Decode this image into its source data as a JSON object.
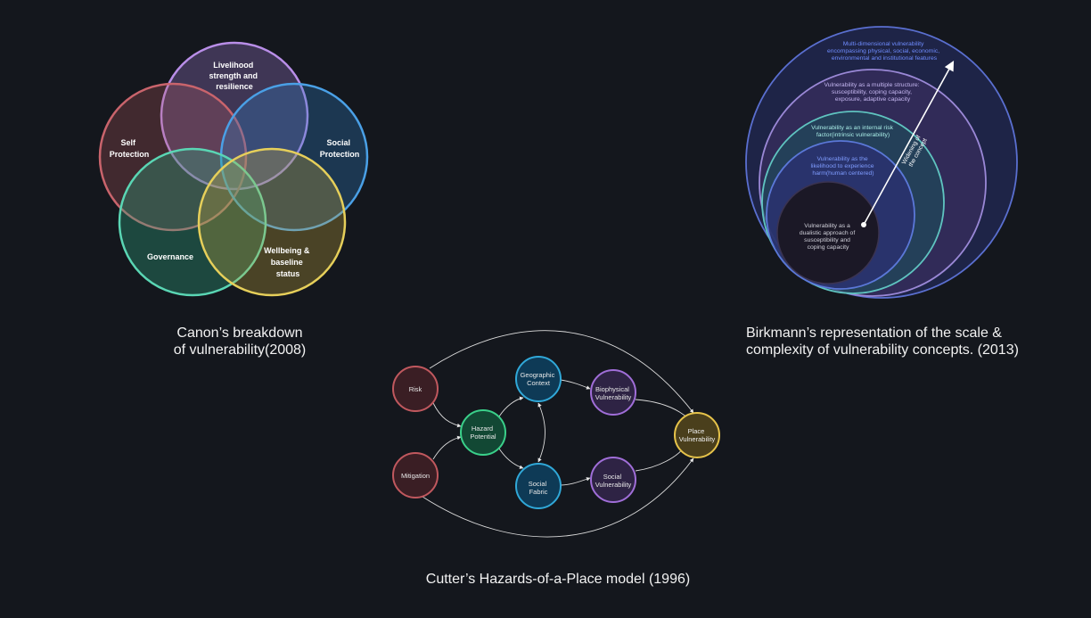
{
  "canon": {
    "circles": [
      {
        "lines": [
          "Livelihood",
          "strength and",
          "resilience"
        ],
        "stroke": "#b98ee8",
        "fill": "#a77fd6"
      },
      {
        "lines": [
          "Self",
          "Protection"
        ],
        "stroke": "#c9646c",
        "fill": "#b85a62"
      },
      {
        "lines": [
          "Social",
          "Protection"
        ],
        "stroke": "#4aa0e6",
        "fill": "#2f7bc2"
      },
      {
        "lines": [
          "Governance"
        ],
        "stroke": "#5ad6b4",
        "fill": "#2fa882"
      },
      {
        "lines": [
          "Wellbeing &",
          "baseline",
          "status"
        ],
        "stroke": "#e6cf5a",
        "fill": "#c9a93a"
      }
    ],
    "caption": [
      "Canon’s breakdown",
      "of vulnerability(2008)"
    ]
  },
  "birkmann": {
    "circles": [
      {
        "lines": [
          "Multi-dimensional vulnerability",
          "encompassing physical, social, economic,",
          "environmental and institutional features"
        ],
        "stroke": "#5a6fd0",
        "fill": "#27306a",
        "text_color": "#6f8cff"
      },
      {
        "lines": [
          "Vulnerability as a multiple structure:",
          "susceptibility, coping capacity,",
          "exposure, adaptive capacity"
        ],
        "stroke": "#9a88d6",
        "fill": "#3c2f62",
        "text_color": "#c4b6f0"
      },
      {
        "lines": [
          "Vulnerability as an internal risk",
          "factor(intrinsic vulnerability)"
        ],
        "stroke": "#5fc4c0",
        "fill": "#1f4a5a",
        "text_color": "#a8ece6"
      },
      {
        "lines": [
          "Vulnerability as the",
          "likelihood to experience",
          "harm(human centered)"
        ],
        "stroke": "#5b78d8",
        "fill": "#2b3070",
        "text_color": "#7f9cff"
      },
      {
        "lines": [
          "Vulnerability as a",
          "dualistic approach of",
          "susceptibility and",
          "coping capacity"
        ],
        "stroke": "#3a3350",
        "fill": "#1b1826",
        "text_color": "#cfcfd8"
      }
    ],
    "arrow_label": [
      "Widening of",
      "the concept"
    ],
    "caption": [
      "Birkmann’s representation of the scale &",
      "complexity of vulnerability concepts. (2013)"
    ]
  },
  "cutter": {
    "nodes": [
      {
        "id": "risk",
        "lines": [
          "Risk"
        ],
        "stroke": "#c0585e",
        "fill": "#3a1e24"
      },
      {
        "id": "mitigation",
        "lines": [
          "Mitigation"
        ],
        "stroke": "#c0585e",
        "fill": "#3a1e24"
      },
      {
        "id": "hazard",
        "lines": [
          "Hazard",
          "Potential"
        ],
        "stroke": "#3ad08a",
        "fill": "#124834"
      },
      {
        "id": "geo",
        "lines": [
          "Geographic",
          "Context"
        ],
        "stroke": "#30a8d8",
        "fill": "#0e3a56"
      },
      {
        "id": "socfab",
        "lines": [
          "Social",
          "Fabric"
        ],
        "stroke": "#30a8d8",
        "fill": "#0e3a56"
      },
      {
        "id": "bio",
        "lines": [
          "Biophysical",
          "Vulnerability"
        ],
        "stroke": "#a06ed8",
        "fill": "#2e2344"
      },
      {
        "id": "socvul",
        "lines": [
          "Social",
          "Vulnerability"
        ],
        "stroke": "#a06ed8",
        "fill": "#2e2344"
      },
      {
        "id": "place",
        "lines": [
          "Place",
          "Vulnerability"
        ],
        "stroke": "#e6c34a",
        "fill": "#4a3f1c"
      }
    ],
    "caption": [
      "Cutter’s Hazards-of-a-Place model (1996)"
    ]
  }
}
